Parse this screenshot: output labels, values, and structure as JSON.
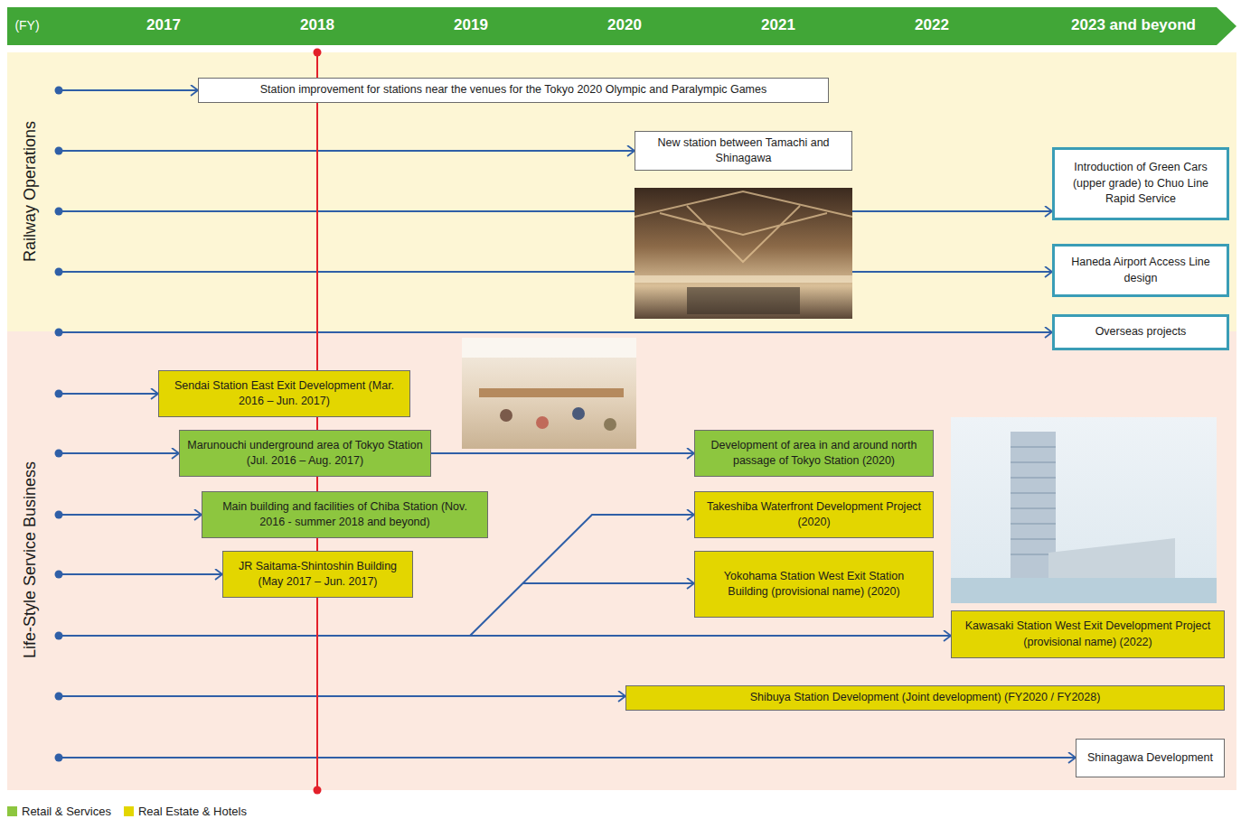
{
  "diagram": {
    "nodes": [
      {
        "text": [
          "Railway Operations"
        ]
      },
      {
        "text": [
          "Station improvement for stations near the venues for the Tokyo 2020 Olympic and Paralympic Games"
        ],
        "in": 0
      },
      {
        "text": [
          "New station between Tamachi and Shinagawa"
        ],
        "in": 0
      },
      {
        "text": [
          "Introduction of Green Cars (upper grade) to Chuo Line Rapid Service"
        ],
        "in": 0
      },
      {
        "text": [
          "Haneda Airport Access Line design"
        ],
        "in": 0
      },
      {
        "text": [
          "Overseas projects"
        ]
      },
      {
        "text": [
          "Life-Style Service Business"
        ]
      },
      {
        "text": [
          "Sendai Station East Exit Development (Mar. 2016 – Jun. 2017)"
        ],
        "in": 6
      },
      {
        "text": [
          "Marunouchi underground area of Tokyo Station (Jul. 2016 – Aug. 2017)"
        ],
        "in": 6
      },
      {
        "text": [
          "Main building and facilities of Chiba Station (Nov. 2016 - summer 2018 and beyond)"
        ],
        "in": 6
      },
      {
        "text": [
          "JR Saitama-Shintoshin Building (May 2017 – Jun. 2017)"
        ],
        "in": 6
      },
      {
        "text": [
          "Development of area in and around north passage of Tokyo Station (2020)"
        ],
        "in": 6
      },
      {
        "text": [
          "Takeshiba Waterfront Development Project (2020)"
        ],
        "in": 6
      },
      {
        "text": [
          "Yokohama Station West Exit Station Building (provisional name) (2020)"
        ],
        "in": 6
      },
      {
        "text": [
          "Kawasaki Station West Exit Development Project (provisional name) (2022)"
        ],
        "in": 6
      },
      {
        "text": [
          "Shibuya Station Development (Joint development) (FY2020 / FY2028)"
        ],
        "in": 6
      },
      {
        "text": [
          "Shinagawa Development"
        ],
        "in": 6
      }
    ],
    "edges": [
      {
        "from": 8,
        "to": 11,
        "arrow": "to"
      }
    ],
    "labels": [
      "(FY)",
      "2017",
      "2018",
      "2019",
      "2020",
      "2021",
      "2022",
      "2023 and beyond"
    ],
    "legend": [
      {
        "text": "Retail & Services",
        "color": "#8dc63f"
      },
      {
        "text": "Real Estate & Hotels",
        "color": "#e3d600"
      }
    ]
  }
}
